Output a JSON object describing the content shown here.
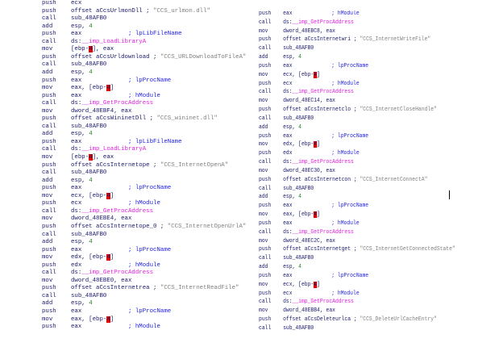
{
  "colors": {
    "code": "#1a1a6e",
    "comment": "#2020e0",
    "import": "#e020e0",
    "number": "#208020",
    "string": "#808080",
    "highlight": "#e00000"
  },
  "left": [
    {
      "m": "push",
      "o": [
        [
          "ecx"
        ]
      ]
    },
    {
      "m": "push",
      "o": [
        [
          "offset aCcsUrlmonDll ; "
        ],
        [
          "\"CCS_urlmon.dll\"",
          "str"
        ]
      ]
    },
    {
      "m": "call",
      "o": [
        [
          "sub_48AFB0"
        ]
      ]
    },
    {
      "m": "add",
      "o": [
        [
          "esp, "
        ],
        [
          "4",
          "num"
        ]
      ]
    },
    {
      "m": "push",
      "o": [
        [
          "eax"
        ]
      ],
      "c": "; lpLibFileName"
    },
    {
      "m": "call",
      "o": [
        [
          "ds:"
        ],
        [
          "__imp_LoadLibraryA",
          "imp"
        ]
      ]
    },
    {
      "m": "mov",
      "o": [
        [
          "[ebp-"
        ],
        [
          "4",
          "hl"
        ],
        [
          "], eax"
        ]
      ]
    },
    {
      "m": "push",
      "o": [
        [
          "offset aCcsUrldownload ; "
        ],
        [
          "\"CCS_URLDownloadToFileA\"",
          "str"
        ]
      ]
    },
    {
      "m": "call",
      "o": [
        [
          "sub_48AFB0"
        ]
      ]
    },
    {
      "m": "add",
      "o": [
        [
          "esp, "
        ],
        [
          "4",
          "num"
        ]
      ]
    },
    {
      "m": "push",
      "o": [
        [
          "eax"
        ]
      ],
      "c": "; lpProcName"
    },
    {
      "m": "mov",
      "o": [
        [
          "eax, [ebp-"
        ],
        [
          "4",
          "hl"
        ],
        [
          "]"
        ]
      ]
    },
    {
      "m": "push",
      "o": [
        [
          "eax"
        ]
      ],
      "c": "; hModule"
    },
    {
      "m": "call",
      "o": [
        [
          "ds:"
        ],
        [
          "__imp_GetProcAddress",
          "imp"
        ]
      ]
    },
    {
      "m": "mov",
      "o": [
        [
          "dword_48EBF4, eax"
        ]
      ]
    },
    {
      "m": "push",
      "o": [
        [
          "offset aCcsWininetDll ; "
        ],
        [
          "\"CCS_wininet.dll\"",
          "str"
        ]
      ]
    },
    {
      "m": "call",
      "o": [
        [
          "sub_48AFB0"
        ]
      ]
    },
    {
      "m": "add",
      "o": [
        [
          "esp, "
        ],
        [
          "4",
          "num"
        ]
      ]
    },
    {
      "m": "push",
      "o": [
        [
          "eax"
        ]
      ],
      "c": "; lpLibFileName"
    },
    {
      "m": "call",
      "o": [
        [
          "ds:"
        ],
        [
          "__imp_LoadLibraryA",
          "imp"
        ]
      ]
    },
    {
      "m": "mov",
      "o": [
        [
          "[ebp-"
        ],
        [
          "4",
          "hl"
        ],
        [
          "], eax"
        ]
      ]
    },
    {
      "m": "push",
      "o": [
        [
          "offset aCcsInternetope ; "
        ],
        [
          "\"CCS_InternetOpenA\"",
          "str"
        ]
      ]
    },
    {
      "m": "call",
      "o": [
        [
          "sub_48AFB0"
        ]
      ]
    },
    {
      "m": "add",
      "o": [
        [
          "esp, "
        ],
        [
          "4",
          "num"
        ]
      ]
    },
    {
      "m": "push",
      "o": [
        [
          "eax"
        ]
      ],
      "c": "; lpProcName"
    },
    {
      "m": "mov",
      "o": [
        [
          "ecx, [ebp-"
        ],
        [
          "4",
          "hl"
        ],
        [
          "]"
        ]
      ]
    },
    {
      "m": "push",
      "o": [
        [
          "ecx"
        ]
      ],
      "c": "; hModule"
    },
    {
      "m": "call",
      "o": [
        [
          "ds:"
        ],
        [
          "__imp_GetProcAddress",
          "imp"
        ]
      ]
    },
    {
      "m": "mov",
      "o": [
        [
          "dword_48EBE4, eax"
        ]
      ]
    },
    {
      "m": "push",
      "o": [
        [
          "offset aCcsInternetope_0 ; "
        ],
        [
          "\"CCS_InternetOpenUrlA\"",
          "str"
        ]
      ]
    },
    {
      "m": "call",
      "o": [
        [
          "sub_48AFB0"
        ]
      ]
    },
    {
      "m": "add",
      "o": [
        [
          "esp, "
        ],
        [
          "4",
          "num"
        ]
      ]
    },
    {
      "m": "push",
      "o": [
        [
          "eax"
        ]
      ],
      "c": "; lpProcName"
    },
    {
      "m": "mov",
      "o": [
        [
          "edx, [ebp-"
        ],
        [
          "4",
          "hl"
        ],
        [
          "]"
        ]
      ]
    },
    {
      "m": "push",
      "o": [
        [
          "edx"
        ]
      ],
      "c": "; hModule"
    },
    {
      "m": "call",
      "o": [
        [
          "ds:"
        ],
        [
          "__imp_GetProcAddress",
          "imp"
        ]
      ]
    },
    {
      "m": "mov",
      "o": [
        [
          "dword_48EBE0, eax"
        ]
      ]
    },
    {
      "m": "push",
      "o": [
        [
          "offset aCcsInternetrea ; "
        ],
        [
          "\"CCS_InternetReadFile\"",
          "str"
        ]
      ]
    },
    {
      "m": "call",
      "o": [
        [
          "sub_48AFB0"
        ]
      ]
    },
    {
      "m": "add",
      "o": [
        [
          "esp, "
        ],
        [
          "4",
          "num"
        ]
      ]
    },
    {
      "m": "push",
      "o": [
        [
          "eax"
        ]
      ],
      "c": "; lpProcName"
    },
    {
      "m": "mov",
      "o": [
        [
          "eax, [ebp-"
        ],
        [
          "4",
          "hl"
        ],
        [
          "]"
        ]
      ]
    },
    {
      "m": "push",
      "o": [
        [
          "eax"
        ]
      ],
      "c": "; hModule"
    }
  ],
  "right": [
    {
      "m": "push",
      "o": [
        [
          "eax"
        ]
      ],
      "c": "; hModule"
    },
    {
      "m": "call",
      "o": [
        [
          "ds:"
        ],
        [
          "__imp_GetProcAddress",
          "imp"
        ]
      ]
    },
    {
      "m": "mov",
      "o": [
        [
          "dword_48EBC8, eax"
        ]
      ]
    },
    {
      "m": "push",
      "o": [
        [
          "offset aCcsInternetwri ; "
        ],
        [
          "\"CCS_InternetWriteFile\"",
          "str"
        ]
      ]
    },
    {
      "m": "call",
      "o": [
        [
          "sub_48AFB0"
        ]
      ]
    },
    {
      "m": "add",
      "o": [
        [
          "esp, "
        ],
        [
          "4",
          "num"
        ]
      ]
    },
    {
      "m": "push",
      "o": [
        [
          "eax"
        ]
      ],
      "c": "; lpProcName"
    },
    {
      "m": "mov",
      "o": [
        [
          "ecx, [ebp-"
        ],
        [
          "4",
          "hl"
        ],
        [
          "]"
        ]
      ]
    },
    {
      "m": "push",
      "o": [
        [
          "ecx"
        ]
      ],
      "c": "; hModule"
    },
    {
      "m": "call",
      "o": [
        [
          "ds:"
        ],
        [
          "__imp_GetProcAddress",
          "imp"
        ]
      ]
    },
    {
      "m": "mov",
      "o": [
        [
          "dword_48EC14, eax"
        ]
      ]
    },
    {
      "m": "push",
      "o": [
        [
          "offset aCcsInternetclo ; "
        ],
        [
          "\"CCS_InternetCloseHandle\"",
          "str"
        ]
      ]
    },
    {
      "m": "call",
      "o": [
        [
          "sub_48AFB0"
        ]
      ]
    },
    {
      "m": "add",
      "o": [
        [
          "esp, "
        ],
        [
          "4",
          "num"
        ]
      ]
    },
    {
      "m": "push",
      "o": [
        [
          "eax"
        ]
      ],
      "c": "; lpProcName"
    },
    {
      "m": "mov",
      "o": [
        [
          "edx, [ebp-"
        ],
        [
          "4",
          "hl"
        ],
        [
          "]"
        ]
      ]
    },
    {
      "m": "push",
      "o": [
        [
          "edx"
        ]
      ],
      "c": "; hModule"
    },
    {
      "m": "call",
      "o": [
        [
          "ds:"
        ],
        [
          "__imp_GetProcAddress",
          "imp"
        ]
      ]
    },
    {
      "m": "mov",
      "o": [
        [
          "dword_48EC30, eax"
        ]
      ]
    },
    {
      "m": "push",
      "o": [
        [
          "offset aCcsInternetcon ; "
        ],
        [
          "\"CCS_InternetConnectA\"",
          "str"
        ]
      ]
    },
    {
      "m": "call",
      "o": [
        [
          "sub_48AFB0"
        ]
      ]
    },
    {
      "m": "add",
      "o": [
        [
          "esp, "
        ],
        [
          "4",
          "num"
        ]
      ]
    },
    {
      "m": "push",
      "o": [
        [
          "eax"
        ]
      ],
      "c": "; lpProcName"
    },
    {
      "m": "mov",
      "o": [
        [
          "eax, [ebp-"
        ],
        [
          "4",
          "hl"
        ],
        [
          "]"
        ]
      ]
    },
    {
      "m": "push",
      "o": [
        [
          "eax"
        ]
      ],
      "c": "; hModule"
    },
    {
      "m": "call",
      "o": [
        [
          "ds:"
        ],
        [
          "__imp_GetProcAddress",
          "imp"
        ]
      ]
    },
    {
      "m": "mov",
      "o": [
        [
          "dword_48EC2C, eax"
        ]
      ]
    },
    {
      "m": "push",
      "o": [
        [
          "offset aCcsInternetget ; "
        ],
        [
          "\"CCS_InternetGetConnectedState\"",
          "str"
        ]
      ]
    },
    {
      "m": "call",
      "o": [
        [
          "sub_48AFB0"
        ]
      ]
    },
    {
      "m": "add",
      "o": [
        [
          "esp, "
        ],
        [
          "4",
          "num"
        ]
      ]
    },
    {
      "m": "push",
      "o": [
        [
          "eax"
        ]
      ],
      "c": "; lpProcName"
    },
    {
      "m": "mov",
      "o": [
        [
          "ecx, [ebp-"
        ],
        [
          "4",
          "hl"
        ],
        [
          "]"
        ]
      ]
    },
    {
      "m": "push",
      "o": [
        [
          "ecx"
        ]
      ],
      "c": "; hModule"
    },
    {
      "m": "call",
      "o": [
        [
          "ds:"
        ],
        [
          "__imp_GetProcAddress",
          "imp"
        ]
      ]
    },
    {
      "m": "mov",
      "o": [
        [
          "dword_48EBB4, eax"
        ]
      ]
    },
    {
      "m": "push",
      "o": [
        [
          "offset aCcsDeleteurlca ; "
        ],
        [
          "\"CCS_DeleteUrlCacheEntry\"",
          "str"
        ]
      ]
    },
    {
      "m": "call",
      "o": [
        [
          "sub_48AFB0"
        ]
      ]
    }
  ]
}
